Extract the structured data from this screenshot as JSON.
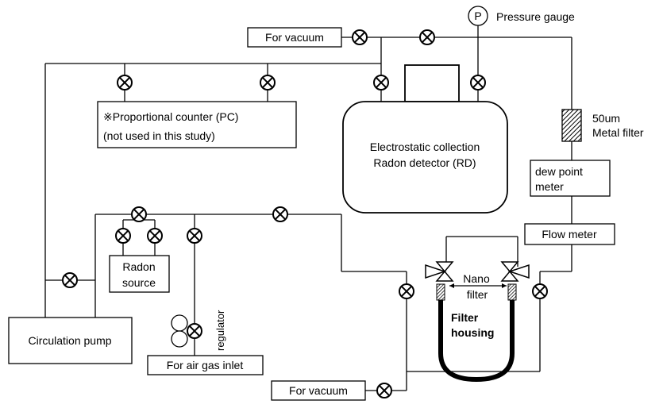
{
  "labels": {
    "pressure_symbol": "P",
    "pressure_gauge": "Pressure gauge",
    "vacuum_top": "For vacuum",
    "pc_line1": "※Proportional counter (PC)",
    "pc_line2": "(not used in this study)",
    "rd_line1": "Electrostatic collection",
    "rd_line2": "Radon detector (RD)",
    "metal_filter_line1": "50um",
    "metal_filter_line2": "Metal filter",
    "dew_line1": "dew point",
    "dew_line2": "meter",
    "flow_meter": "Flow meter",
    "radon_line1": "Radon",
    "radon_line2": "source",
    "regulator": "regulator",
    "circulation_pump": "Circulation pump",
    "air_inlet": "For air gas inlet",
    "nano_line1": "Nano",
    "nano_line2": "filter",
    "housing_line1": "Filter",
    "housing_line2": "housing",
    "vacuum_bottom": "For vacuum"
  }
}
